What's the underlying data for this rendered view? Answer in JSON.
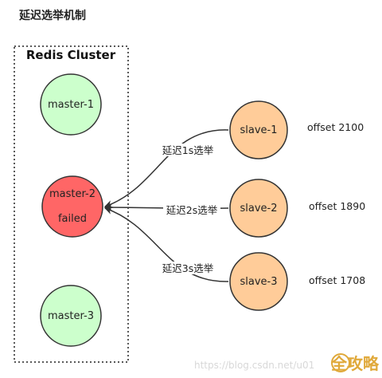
{
  "title": "延迟选举机制",
  "cluster": {
    "title": "Redis Cluster"
  },
  "masters": [
    {
      "name": "master-1",
      "status": ""
    },
    {
      "name": "master-2",
      "status": "failed"
    },
    {
      "name": "master-3",
      "status": ""
    }
  ],
  "slaves": [
    {
      "name": "slave-1",
      "offset": "offset 2100",
      "delay_label": "延迟1s选举"
    },
    {
      "name": "slave-2",
      "offset": "offset 1890",
      "delay_label": "延迟2s选举"
    },
    {
      "name": "slave-3",
      "offset": "offset 1708",
      "delay_label": "延迟3s选举"
    }
  ],
  "colors": {
    "master_fill": "#ccffcc",
    "failed_fill": "#ff6666",
    "slave_fill": "#ffcc99",
    "stroke": "#333333"
  },
  "watermark": {
    "url": "https://blog.csdn.net/u01",
    "brand": "全攻略"
  }
}
